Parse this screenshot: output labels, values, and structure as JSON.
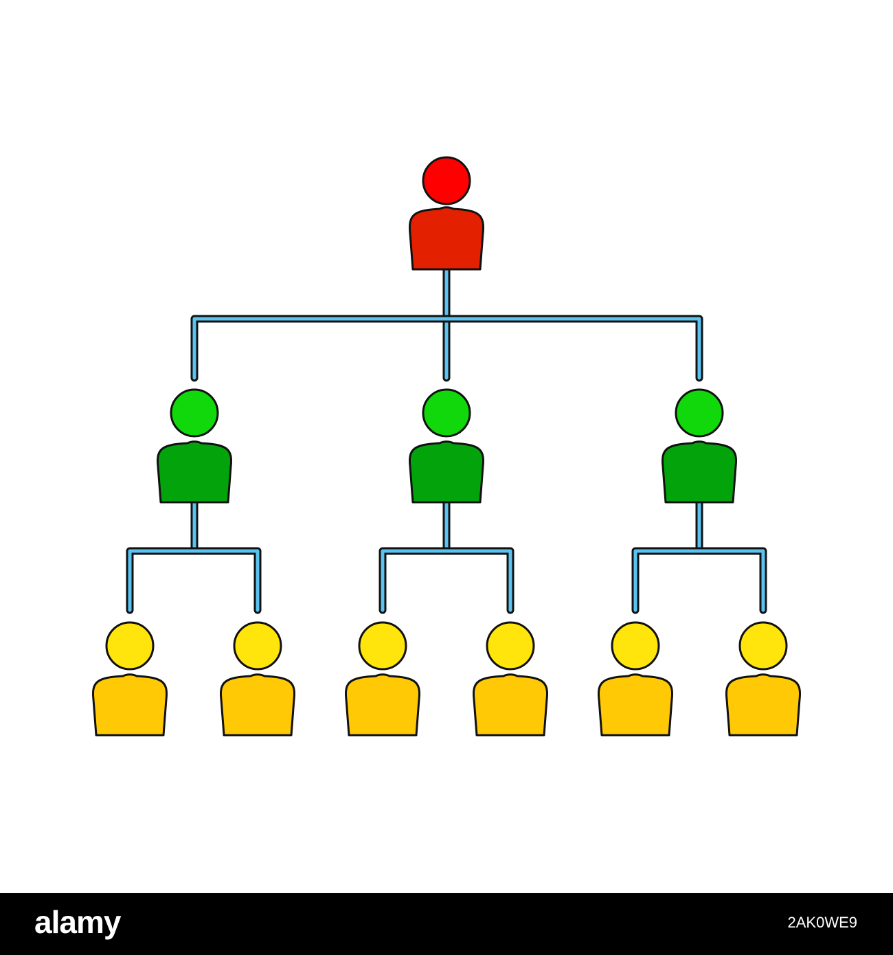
{
  "colors": {
    "background": "#ffffff",
    "connector_fill": "#5bc3f0",
    "connector_outline": "#111111",
    "level_1_head": "#ff0000",
    "level_1_body": "#e32000",
    "level_2_head": "#10d80a",
    "level_2_body": "#03a30c",
    "level_3_head": "#ffe50b",
    "level_3_body": "#ffc905",
    "outline": "#111111",
    "footer_background": "#000000",
    "footer_text": "#ffffff"
  },
  "hierarchy": {
    "levels": [
      {
        "level": 1,
        "count": 1,
        "color_role": "red"
      },
      {
        "level": 2,
        "count": 3,
        "color_role": "green"
      },
      {
        "level": 3,
        "count": 6,
        "color_role": "yellow"
      }
    ]
  },
  "footer": {
    "brand": "alamy",
    "image_id": "2AK0WE9"
  }
}
